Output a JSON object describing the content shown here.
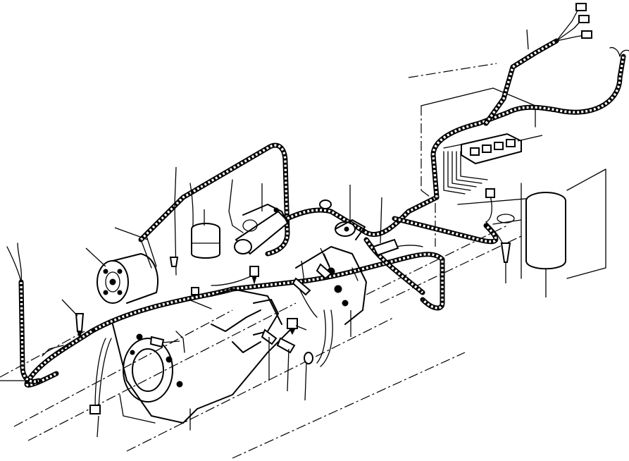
{
  "figure": {
    "parts": [
      {
        "id": "battery",
        "icon": "battery-canister-icon"
      },
      {
        "id": "fuse_relay_box",
        "icon": "relay-box-icon"
      },
      {
        "id": "alternator",
        "icon": "alternator-icon"
      },
      {
        "id": "starter_motor",
        "icon": "starter-motor-icon"
      },
      {
        "id": "fuel_filter",
        "icon": "filter-canister-icon"
      },
      {
        "id": "solenoid",
        "icon": "solenoid-icon"
      },
      {
        "id": "temperature_sender",
        "icon": "sensor-icon"
      },
      {
        "id": "pressure_switch",
        "icon": "switch-icon"
      }
    ],
    "colors": {
      "line": "#000000",
      "background": "#ffffff"
    }
  }
}
